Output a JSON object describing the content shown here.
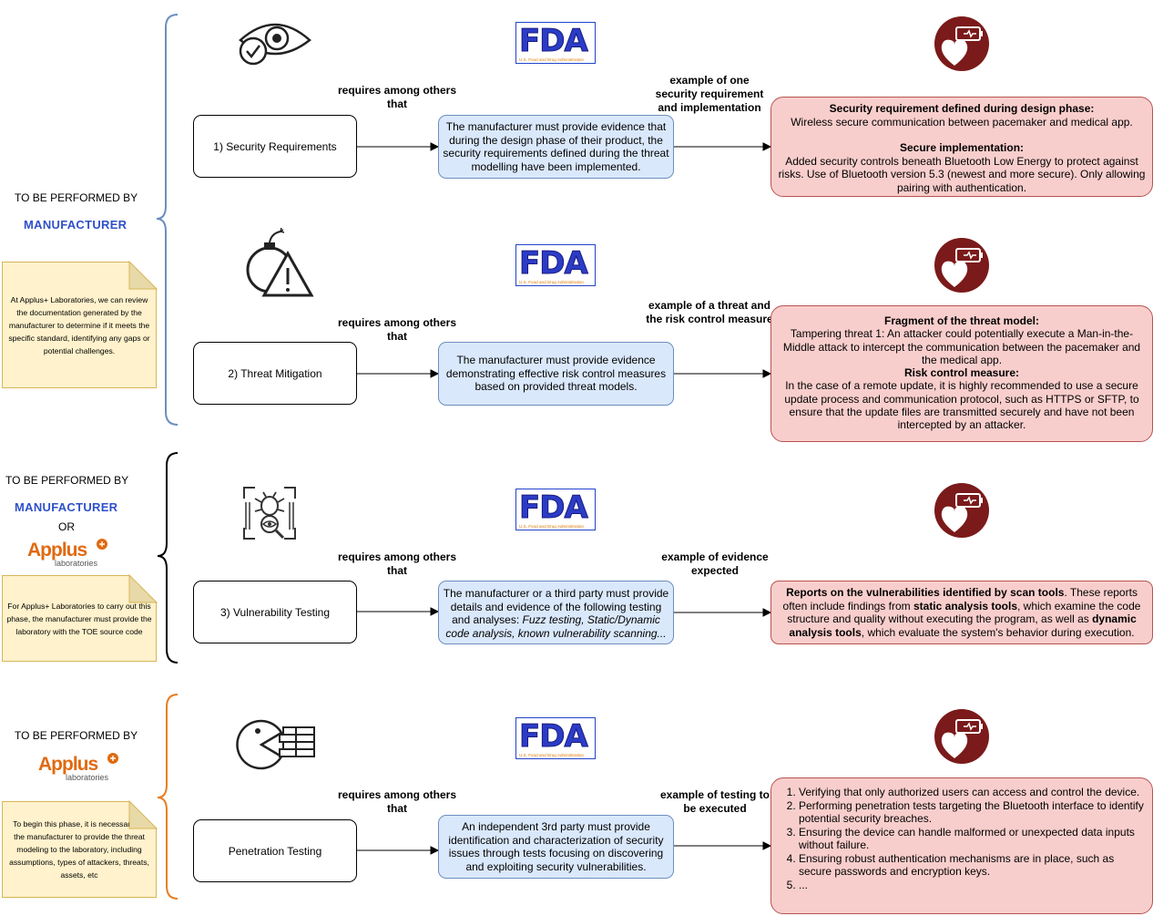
{
  "phases": [
    {
      "performed_by": "TO BE PERFORMED BY",
      "manufacturer": "MANUFACTURER",
      "note": "At Applus+ Laboratories, we can review the documentation generated by the manufacturer to determine if it meets the specific standard, identifying any gaps or potential challenges.",
      "step": "1) Security Requirements",
      "requires": "requires among others that",
      "requirement": "The manufacturer must provide evidence that during the design phase of their product, the security requirements defined during the threat modelling have been implemented.",
      "example_label": "example of one security requirement and implementation",
      "example": {
        "h1": "Security requirement defined during design phase:",
        "t1": "Wireless secure communication between pacemaker and medical app.",
        "h2": "Secure implementation:",
        "t2": "Added security controls beneath Bluetooth Low Energy to protect against risks. Use of Bluetooth version 5.3 (newest and more secure). Only allowing pairing with authentication."
      }
    },
    {
      "step": "2) Threat Mitigation",
      "requires": "requires among others that",
      "requirement": "The manufacturer must provide evidence demonstrating effective risk control measures based on provided threat models.",
      "example_label": "example of a threat and the risk control measure",
      "example": {
        "h1": "Fragment of the threat model:",
        "t1": "Tampering threat 1: An attacker could potentially execute a Man-in-the-Middle attack to intercept the communication between the pacemaker and the medical app.",
        "h2": "Risk control measure:",
        "t2": "In the case of a remote update, it is highly recommended to use a secure update process and communication protocol, such as HTTPS or SFTP, to ensure that the update files are transmitted securely and have not been intercepted by an attacker."
      }
    },
    {
      "performed_by": "TO BE PERFORMED BY",
      "manufacturer": "MANUFACTURER",
      "or": "OR",
      "note": "For Applus+ Laboratories to carry out this phase, the manufacturer must provide the laboratory with the TOE source code",
      "step": "3) Vulnerability Testing",
      "requires": "requires among others that",
      "requirement_plain": "The manufacturer or a third party must provide details and evidence of the following testing and analyses: ",
      "requirement_italic": "Fuzz testing, Static/Dynamic code analysis, known vulnerability scanning...",
      "example_label": "example of evidence expected",
      "example": {
        "b1": "Reports on the vulnerabilities identified by scan tools",
        "t1": ". These reports often include findings from ",
        "b2": "static analysis tools",
        "t2": ", which examine the code structure and quality without executing the program, as well as ",
        "b3": "dynamic analysis tools",
        "t3": ", which evaluate the system's behavior during execution."
      }
    },
    {
      "performed_by": "TO BE PERFORMED BY",
      "note": "To begin this phase, it is necessary for the manufacturer to provide the threat modeling to the laboratory, including assumptions, types of attackers, threats, assets, etc",
      "step": "Penetration Testing",
      "requires": "requires among others that",
      "requirement": "An independent 3rd party must provide identification and characterization of security issues through tests focusing on discovering and exploiting security vulnerabilities.",
      "example_label": "example of testing to be executed",
      "tests": [
        "Verifying that only authorized users can access and control the device.",
        "Performing penetration tests targeting the Bluetooth interface to identify potential security breaches.",
        "Ensuring the device can handle malformed or unexpected data inputs without failure.",
        "Ensuring robust authentication mechanisms are in place, such as secure passwords and encryption keys.",
        "..."
      ]
    }
  ],
  "fda": {
    "letters": "FDA",
    "sub": "U.S. Food and Drug Administration"
  },
  "applus": {
    "name": "Applus",
    "sub": "laboratories"
  },
  "colors": {
    "manufacturer": "#3050c8",
    "bracket_blue": "#6c8ebf",
    "bracket_black": "#000000",
    "bracket_orange": "#e67e22"
  }
}
